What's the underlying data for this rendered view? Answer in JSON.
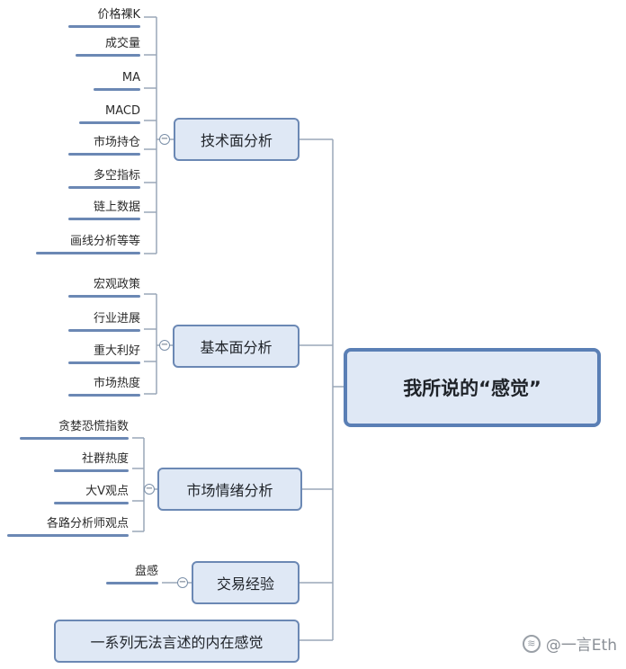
{
  "root": {
    "label": "我所说的“感觉”"
  },
  "branches": {
    "technical": {
      "label": "技术面分析",
      "leaves": [
        "价格裸K",
        "成交量",
        "MA",
        "MACD",
        "市场持仓",
        "多空指标",
        "链上数据",
        "画线分析等等"
      ]
    },
    "fundamental": {
      "label": "基本面分析",
      "leaves": [
        "宏观政策",
        "行业进展",
        "重大利好",
        "市场热度"
      ]
    },
    "sentiment": {
      "label": "市场情绪分析",
      "leaves": [
        "贪婪恐慌指数",
        "社群热度",
        "大V观点",
        "各路分析师观点"
      ]
    },
    "experience": {
      "label": "交易经验",
      "leaves": [
        "盘感"
      ]
    },
    "inner": {
      "label": "一系列无法言述的内在感觉"
    }
  },
  "collapse_symbol": "−",
  "watermark": {
    "logo_symbol": "≋",
    "text": "@一言Eth"
  },
  "colors": {
    "node_fill": "#dfe8f5",
    "node_border": "#6b88b4",
    "root_border": "#5a7fb5",
    "line": "#9aa7b8"
  }
}
